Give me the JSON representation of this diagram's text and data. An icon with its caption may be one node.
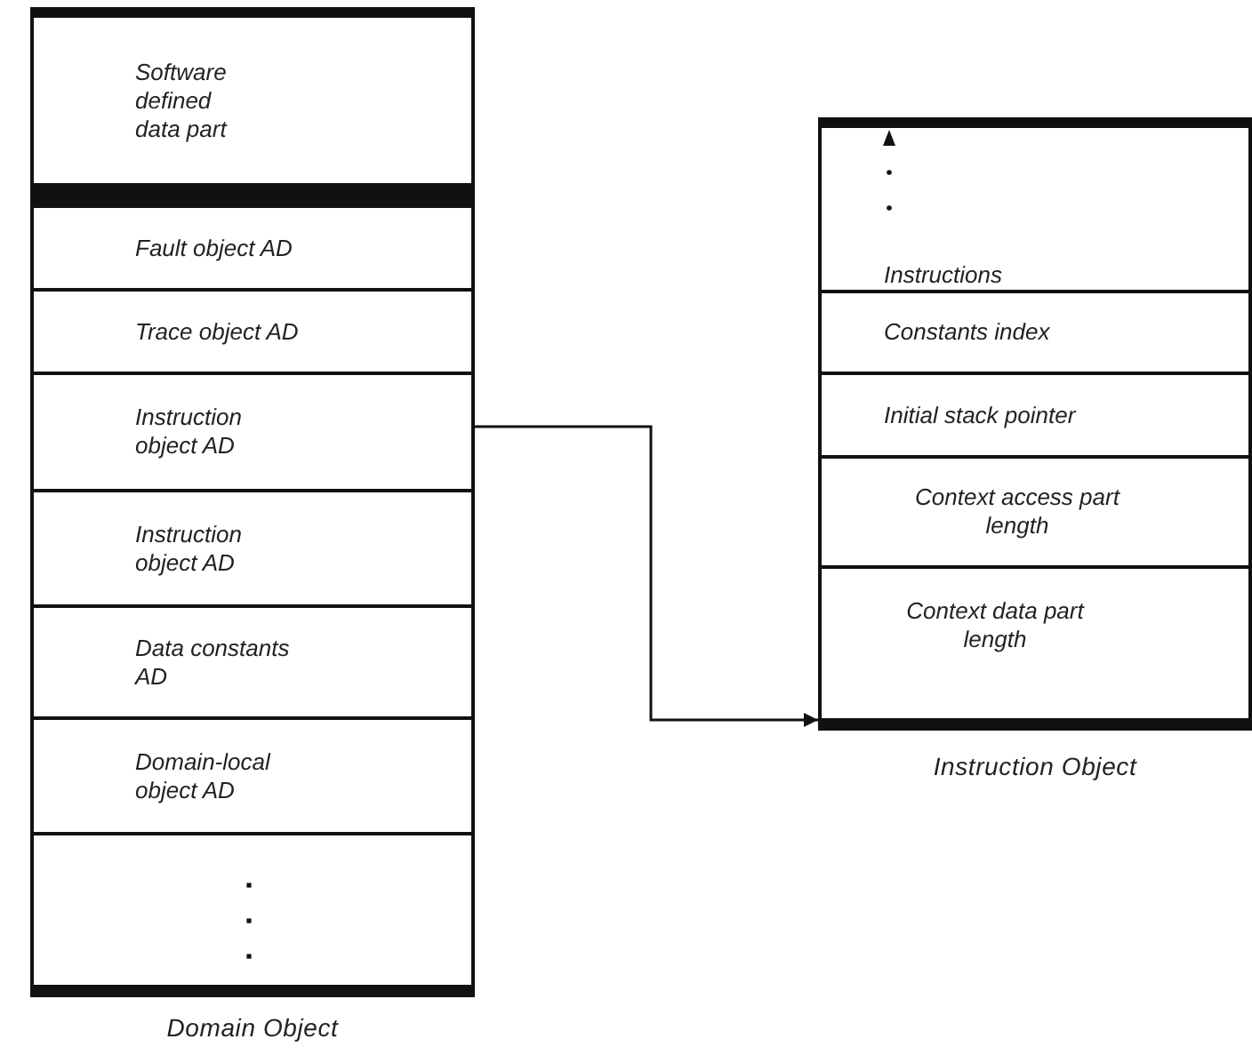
{
  "diagram": {
    "nodes": [
      {
        "text": [
          "Domain Object"
        ]
      },
      {
        "text": [
          "Software defined data part"
        ],
        "in": 0
      },
      {
        "text": [
          "Fault object AD"
        ],
        "in": 0
      },
      {
        "text": [
          "Trace object AD"
        ],
        "in": 0
      },
      {
        "text": [
          "Instruction object AD"
        ],
        "in": 0
      },
      {
        "text": [
          "Instruction object AD"
        ],
        "in": 0
      },
      {
        "text": [
          "Data constants AD"
        ],
        "in": 0
      },
      {
        "text": [
          "Domain-local object AD"
        ],
        "in": 0
      },
      {
        "text": [],
        "shape": "box",
        "in": 0
      },
      {
        "text": [
          "Instruction Object"
        ]
      },
      {
        "text": [
          "Instructions"
        ],
        "in": 9
      },
      {
        "text": [
          "Constants index"
        ],
        "in": 9
      },
      {
        "text": [
          "Initial stack pointer"
        ],
        "in": 9
      },
      {
        "text": [
          "Context access part length"
        ],
        "in": 9
      },
      {
        "text": [
          "Context data part length"
        ],
        "in": 9
      }
    ],
    "edges": [
      {
        "from": 4,
        "to": 9,
        "arrow": "to"
      }
    ]
  }
}
